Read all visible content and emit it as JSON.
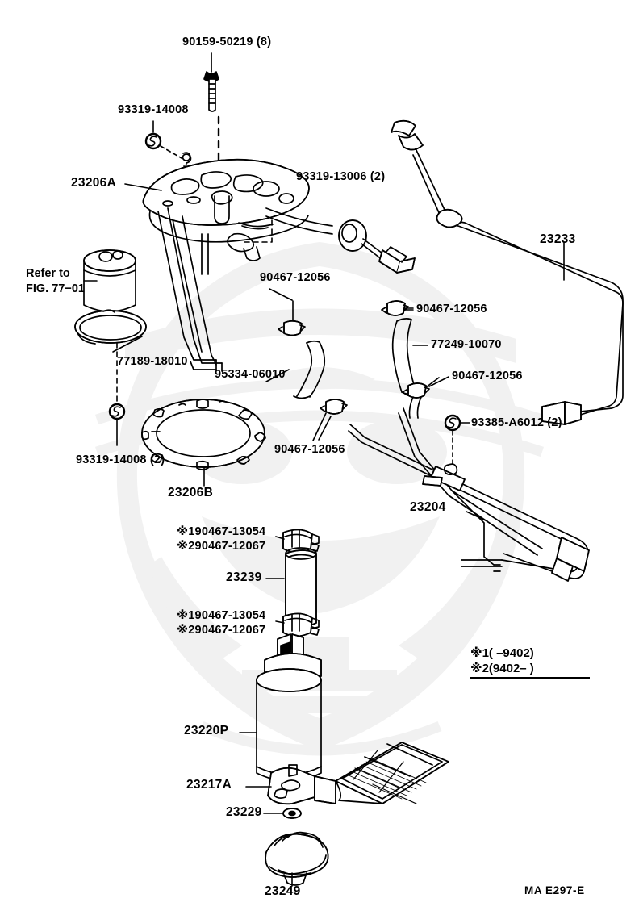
{
  "diagram": {
    "title_code": "MA E297-E",
    "refer_note": "Refer to\nFIG. 77−01",
    "legend": {
      "line1": "※1(        –9402)",
      "line2": "※2(9402–        )"
    },
    "labels": {
      "bolt_top": "90159-50219 (8)",
      "screw_left_top": "93319-14008",
      "bracket_upper": "23206A",
      "screw_right_top": "93319-13006 (2)",
      "tube_return": "23233",
      "clamp_a": "90467-12056",
      "clamp_b": "90467-12056",
      "hose_breather": "77249-10070",
      "clamp_c": "90467-12056",
      "hose_fuel": "95334-06010",
      "clamp_d": "90467-12056",
      "clip_tube": "93385-A6012 (2)",
      "gasket_ring": "77189-18010",
      "screw_left_lower": "93319-14008 (2)",
      "retainer_ring": "23206B",
      "tube_main": "23204",
      "clamp_upper_1": "※190467-13054",
      "clamp_upper_2": "※290467-12067",
      "hose_pump": "23239",
      "clamp_lower_1": "※190467-13054",
      "clamp_lower_2": "※290467-12067",
      "fuel_pump": "23220P",
      "pump_filter": "23217A",
      "oring": "23229",
      "pump_cushion": "23249"
    },
    "icons": {
      "service_marker": "S"
    },
    "colors": {
      "line": "#000000",
      "watermark": "#f1f1f1",
      "background": "#ffffff"
    }
  }
}
